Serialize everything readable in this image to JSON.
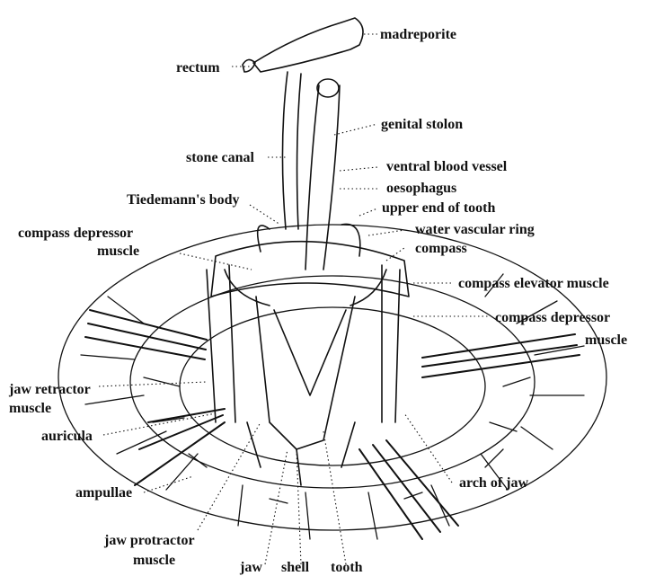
{
  "colors": {
    "ink": "#111111",
    "paper": "#ffffff"
  },
  "labels": {
    "madreporite": "madreporite",
    "rectum": "rectum",
    "genital_stolon": "genital stolon",
    "stone_canal": "stone canal",
    "ventral_blood_vessel": "ventral blood vessel",
    "oesophagus": "oesophagus",
    "tiedemanns_body": "Tiedemann's body",
    "upper_end_of_tooth": "upper end of tooth",
    "water_vascular_ring": "water vascular ring",
    "compass_depressor_muscle_left_1": "compass depressor",
    "compass_depressor_muscle_left_2": "muscle",
    "compass": "compass",
    "compass_elevator_muscle": "compass elevator muscle",
    "compass_depressor_muscle_right_1": "compass depressor",
    "compass_depressor_muscle_right_2": "muscle",
    "jaw_retractor_muscle_1": "jaw retractor",
    "jaw_retractor_muscle_2": "muscle",
    "auricula": "auricula",
    "ampullae": "ampullae",
    "arch_of_jaw": "arch of jaw",
    "jaw_protractor_muscle_1": "jaw protractor",
    "jaw_protractor_muscle_2": "muscle",
    "jaw": "jaw",
    "shell": "shell",
    "tooth": "tooth"
  }
}
